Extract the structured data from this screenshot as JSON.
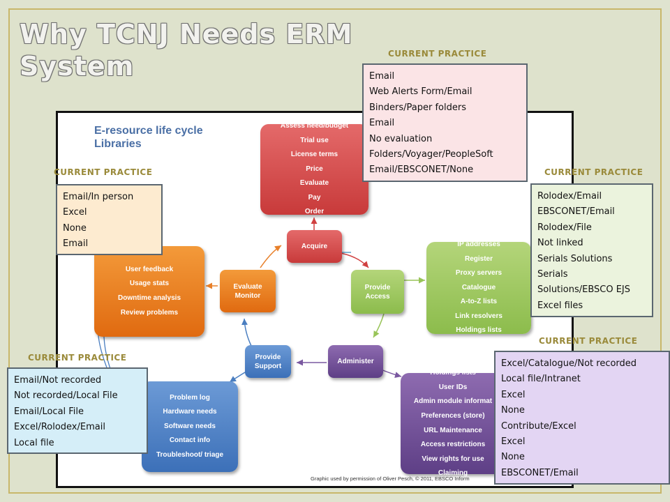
{
  "title": {
    "line1": "Why TCNJ Needs ERM",
    "line2": "System"
  },
  "diagram": {
    "title_line1": "E-resource life cycle",
    "title_line2": "Libraries",
    "credit": "Graphic used by permission of Oliver Pesch, © 2011, EBSCO Inform",
    "acquire_box": [
      "Assess need/budget",
      "Trial use",
      "License terms",
      "Price",
      "Evaluate",
      "Pay",
      "Order"
    ],
    "access_box": [
      "IP addresses",
      "Register",
      "Proxy servers",
      "Catalogue",
      "A-to-Z lists",
      "Link resolvers",
      "Holdings lists"
    ],
    "administer_box": [
      "Holdings lists",
      "User IDs",
      "Admin module informat",
      "Preferences (store)",
      "URL Maintenance",
      "Access restrictions",
      "View rights for use",
      "Claiming"
    ],
    "support_box": [
      "Problem log",
      "Hardware needs",
      "Software needs",
      "Contact info",
      "Troubleshoot/ triage"
    ],
    "evaluate_box": [
      "User feedback",
      "Usage stats",
      "Downtime analysis",
      "Review problems"
    ],
    "stages": {
      "acquire": "Acquire",
      "provide_access": [
        "Provide",
        "Access"
      ],
      "administer": "Administer",
      "provide_support": [
        "Provide",
        "Support"
      ],
      "evaluate_monitor": [
        "Evaluate",
        "Monitor"
      ]
    }
  },
  "current_practice_label": "CURRENT PRACTICE",
  "boxes": {
    "top": [
      "Email",
      "Web Alerts Form/Email",
      "Binders/Paper folders",
      "Email",
      "No evaluation",
      "Folders/Voyager/PeopleSoft",
      "Email/EBSCONET/None"
    ],
    "left": [
      "Email/In person",
      "Excel",
      "None",
      "Email"
    ],
    "right": [
      "Rolodex/Email",
      "EBSCONET/Email",
      "Rolodex/File",
      "Not linked",
      "Serials Solutions",
      "Serials",
      "Solutions/EBSCO EJS",
      "Excel files"
    ],
    "bottom_left": [
      "Email/Not recorded",
      "Not recorded/Local File",
      "Email/Local File",
      "Excel/Rolodex/Email",
      "Local file"
    ],
    "bottom_right": [
      "Excel/Catalogue/Not recorded",
      "Local file/Intranet",
      "Excel",
      "None",
      "Contribute/Excel",
      "Excel",
      "None",
      "EBSCONET/Email"
    ]
  },
  "colors": {
    "top_box": "#fbe4e6",
    "left_box": "#fdebd0",
    "right_box": "#ebf3dd",
    "bottom_left_box": "#d5eef8",
    "bottom_right_box": "#e3d5f3",
    "cp_label": "#9a8a3a"
  }
}
